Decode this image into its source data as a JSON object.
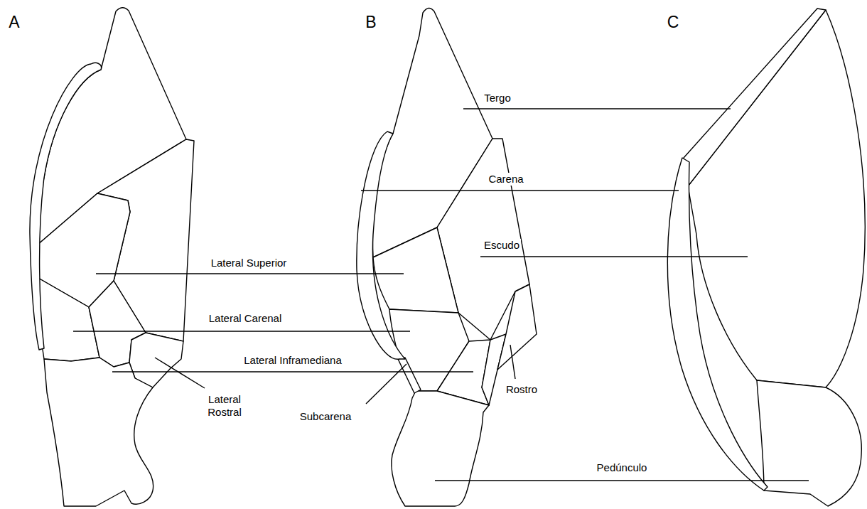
{
  "diagram": {
    "labels": [
      "A",
      "B",
      "C",
      "Tergo",
      "Carena",
      "Escudo",
      "Lateral Superior",
      "Lateral Carenal",
      "Lateral Inframediana",
      "Lateral Rostral",
      "Subcarena",
      "Rostro",
      "Pedúnculo"
    ]
  }
}
